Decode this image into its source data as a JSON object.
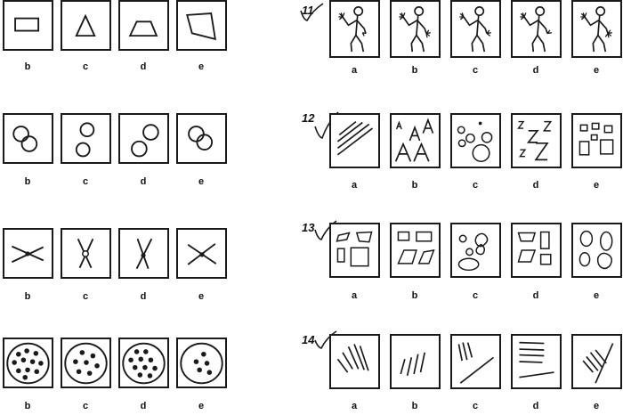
{
  "left_labels": [
    "b",
    "c",
    "d",
    "e"
  ],
  "right_labels": [
    "a",
    "b",
    "c",
    "d",
    "e"
  ],
  "questions": [
    {
      "number": "11"
    },
    {
      "number": "12"
    },
    {
      "number": "13"
    },
    {
      "number": "14"
    }
  ],
  "colors": {
    "ink": "#1a1a1a",
    "background": "#ffffff"
  },
  "left_rows": [
    {
      "name": "shapes",
      "items": [
        "rectangle-figure",
        "triangle-figure",
        "trapezoid-figure",
        "quadrilateral-figure"
      ]
    },
    {
      "name": "circles",
      "items": [
        "overlapping-circles-figure",
        "separate-circles-figure",
        "offset-circles-figure",
        "overlapping-circles-figure"
      ]
    },
    {
      "name": "crossing-lines",
      "items": [
        "cross-dot-figure",
        "cross-ring-figure",
        "cross-dot-figure",
        "cross-dot-figure"
      ]
    },
    {
      "name": "dotted-ovals",
      "items": [
        "dots-oval-figure",
        "dots-oval-figure",
        "dots-oval-figure",
        "dots-oval-figure"
      ]
    }
  ]
}
